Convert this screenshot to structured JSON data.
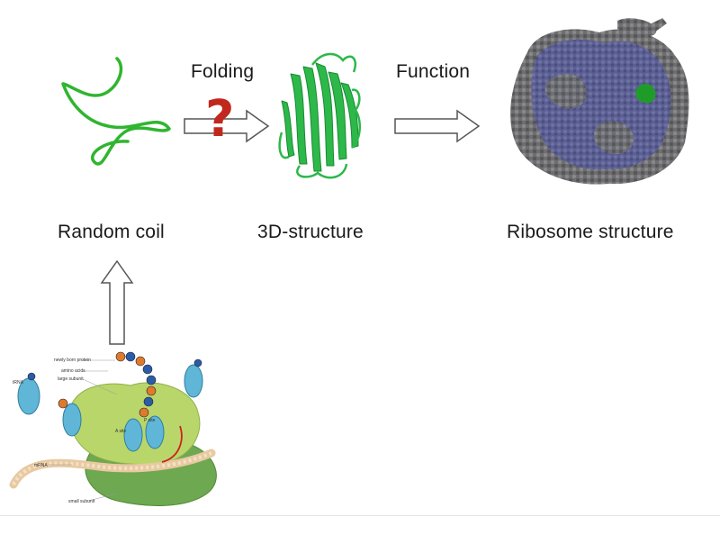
{
  "labels": {
    "folding": "Folding",
    "function": "Function",
    "question_mark": "?",
    "random_coil": "Random coil",
    "structure_3d": "3D-structure",
    "ribosome_structure": "Ribosome structure"
  },
  "ribosome_diagram": {
    "newly_born_protein": "newly born protein",
    "amino_acids": "amino acids",
    "large_subunit": "large subunit",
    "trna": "tRNA",
    "mrna": "mRNA",
    "small_subunit": "small subunit",
    "a_site": "A site",
    "p_site": "P site"
  },
  "colors": {
    "coil_green": "#2fb52f",
    "protein_green": "#2db84a",
    "question_red": "#c0281e",
    "ribosome_purple": "#5b5f92",
    "ribosome_gray": "#6e6e70",
    "large_subunit_green": "#b9d66a",
    "small_subunit_green": "#6ea850"
  }
}
